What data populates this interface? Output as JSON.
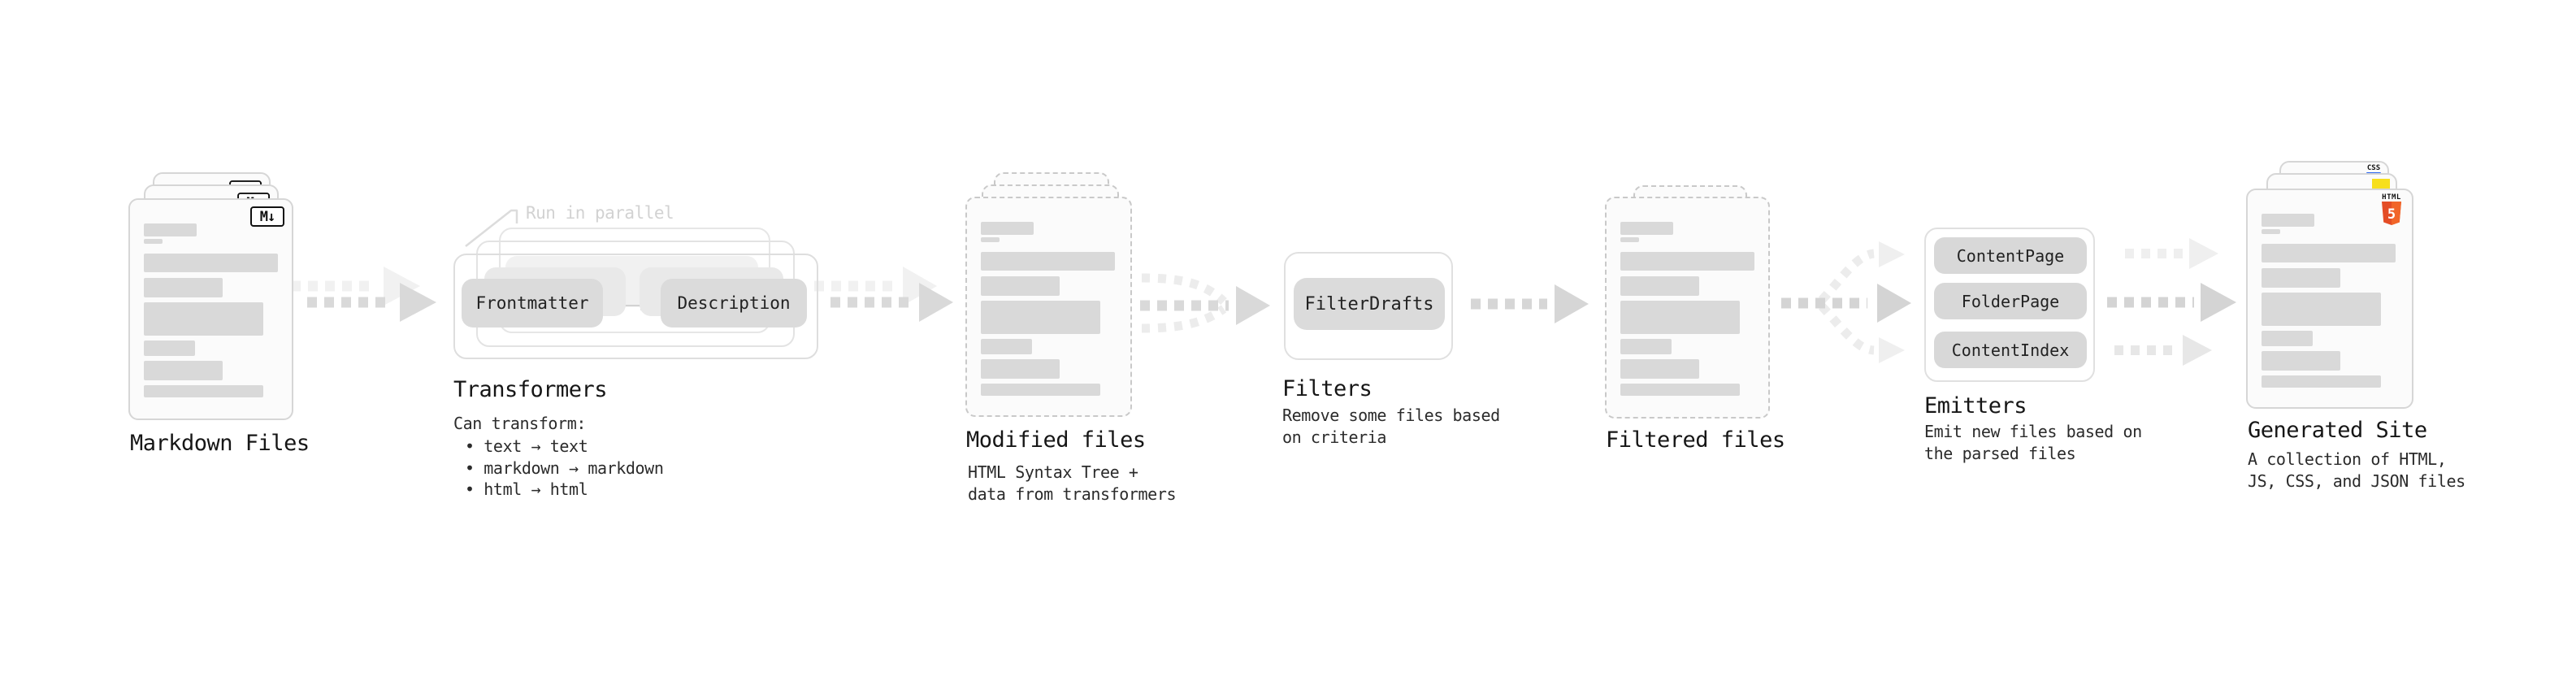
{
  "stages": {
    "markdown": {
      "label": "Markdown Files",
      "badge": "M↓"
    },
    "transformers": {
      "label": "Transformers",
      "annotation": "Run in parallel",
      "pill_left": "Frontmatter",
      "pill_right": "Description",
      "caption_title": "Can transform:",
      "bullets": [
        "• text → text",
        "• markdown → markdown",
        "• html → html"
      ]
    },
    "modified": {
      "label": "Modified files",
      "caption": "HTML Syntax Tree +\ndata from transformers"
    },
    "filters": {
      "label": "Filters",
      "pill": "FilterDrafts",
      "caption": "Remove some files based\non criteria"
    },
    "filtered": {
      "label": "Filtered files"
    },
    "emitters": {
      "label": "Emitters",
      "pills": [
        "ContentPage",
        "FolderPage",
        "ContentIndex"
      ],
      "caption": "Emit new files based on\nthe parsed files"
    },
    "generated": {
      "label": "Generated Site",
      "caption": "A collection of HTML,\nJS, CSS, and JSON files",
      "html_icon_label": "HTML",
      "html_icon_number": "5",
      "css_icon_label": "CSS"
    }
  },
  "colors": {
    "html5_orange": "#e44d26",
    "js_yellow": "#f7df1e",
    "css_blue": "#2965f1",
    "skeleton_gray": "#d9d9d9",
    "arrow_gray": "#d9d9d9"
  }
}
